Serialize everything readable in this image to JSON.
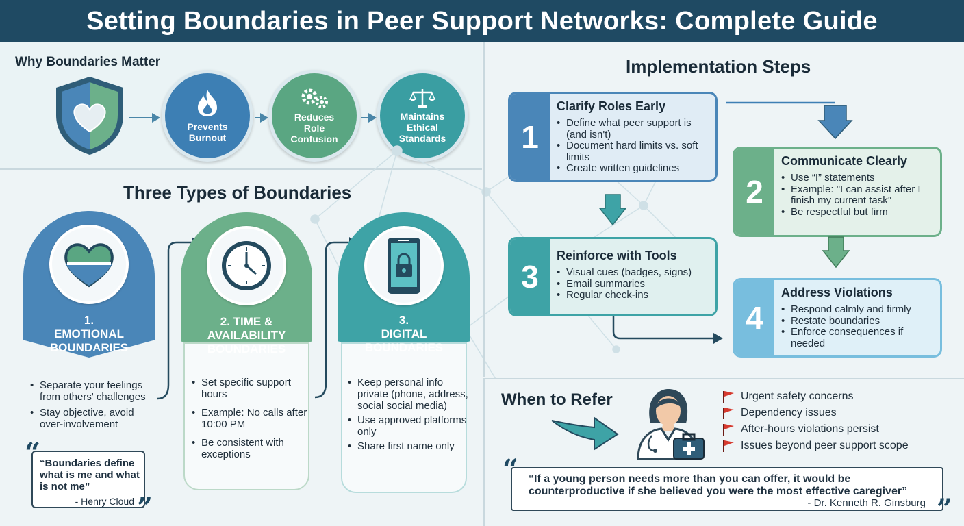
{
  "title": "Setting Boundaries in Peer Support Networks: Complete Guide",
  "why": {
    "heading": "Why Boundaries Matter",
    "items": [
      {
        "label": "Prevents\nBurnout",
        "icon": "flame-icon"
      },
      {
        "label": "Reduces\nRole\nConfusion",
        "icon": "gears-icon"
      },
      {
        "label": "Maintains\nEthical\nStandards",
        "icon": "scales-icon"
      }
    ]
  },
  "types": {
    "heading": "Three Types of Boundaries",
    "cards": [
      {
        "title": "1.\nEMOTIONAL\nBOUNDARIES",
        "icon": "heart-icon",
        "bullets": [
          "Separate your feelings from others' challenges",
          "Stay objective, avoid over-involvement"
        ]
      },
      {
        "title": "2. TIME &\nAVAILABILITY\nBOUNDARIES",
        "icon": "clock-icon",
        "bullets": [
          "Set specific support hours",
          "Example: No calls after 10:00 PM",
          "Be consistent with exceptions"
        ]
      },
      {
        "title": "3.\nDIGITAL\nBOUNDARIES",
        "icon": "phone-lock-icon",
        "bullets": [
          "Keep personal info private (phone, address, social social media)",
          "Use approved platforms only",
          "Share first name only"
        ]
      }
    ],
    "quote": {
      "text": "“Boundaries define what is me and what is not me”",
      "author": "- Henry Cloud"
    }
  },
  "steps": {
    "heading": "Implementation Steps",
    "items": [
      {
        "num": "1",
        "title": "Clarify Roles Early",
        "bullets": [
          "Define what peer support is (and isn't)",
          "Document hard limits vs. soft limits",
          "Create written guidelines"
        ]
      },
      {
        "num": "2",
        "title": "Communicate Clearly",
        "bullets": [
          "Use “I” statements",
          "Example: \"I can assist after I finish my current task”",
          "Be respectful but firm"
        ]
      },
      {
        "num": "3",
        "title": "Reinforce with Tools",
        "bullets": [
          "Visual cues (badges, signs)",
          "Email summaries",
          "Regular check-ins"
        ]
      },
      {
        "num": "4",
        "title": "Address Violations",
        "bullets": [
          "Respond calmly and firmly",
          "Restate boundaries",
          "Enforce consequences if needed"
        ]
      }
    ]
  },
  "refer": {
    "heading": "When to Refer",
    "flags": [
      "Urgent safety concerns",
      "Dependency issues",
      "After-hours violations persist",
      "Issues beyond peer support scope"
    ],
    "quote": {
      "text": "“If a young person needs more than you can offer, it would be counterproductive if she believed you were the most effective caregiver”",
      "author": "- Dr. Kenneth R. Ginsburg"
    }
  },
  "colors": {
    "navy": "#1f4a63",
    "blue": "#4a86b8",
    "teal": "#3ea3a6",
    "green": "#6cb08a",
    "lightblue": "#78bede",
    "red": "#d63a2f"
  }
}
